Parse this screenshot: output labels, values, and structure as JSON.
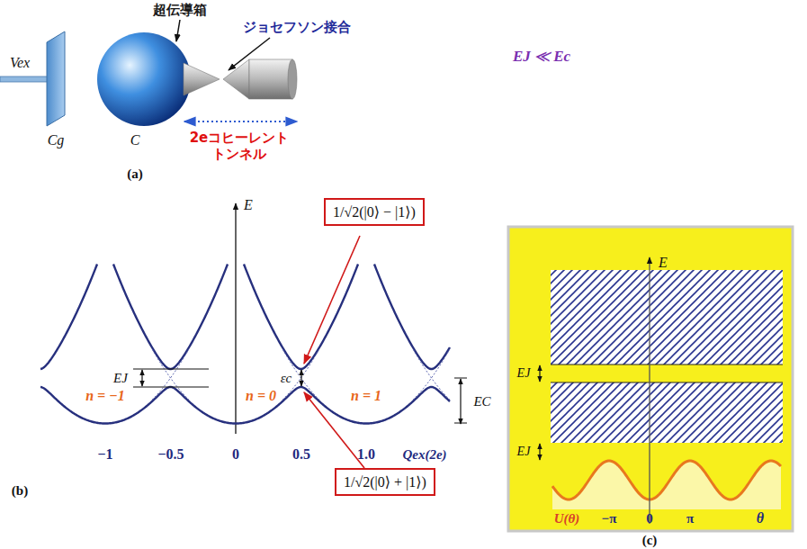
{
  "diagram": {
    "nodes": [
      {
        "text": [
          "1/√2(|0⟩ − |1⟩)"
        ]
      },
      {
        "text": [
          "1/√2(|0⟩ + |1⟩)"
        ]
      }
    ],
    "labels": [
      "超伝導箱",
      "ジョセフソン接合",
      "Vex",
      "Cg",
      "C",
      "2eコヒーレント トンネル",
      "(a)",
      "EJ ≪ Ec",
      "E",
      "EJ",
      "εc",
      "EC",
      "n = −1",
      "n = 0",
      "n = 1",
      "−1",
      "−0.5",
      "0",
      "0.5",
      "1.0",
      "Qex(2e)",
      "(b)",
      "E",
      "EJ",
      "EJ",
      "U(θ)",
      "−π",
      "0",
      "π",
      "θ",
      "(c)"
    ]
  }
}
